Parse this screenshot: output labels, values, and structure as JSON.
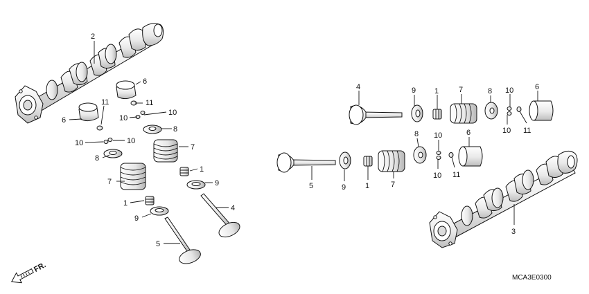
{
  "diagram_code": "MCA3E0300",
  "direction_label": "FR.",
  "callouts": {
    "c2": "2",
    "c6a": "6",
    "c11a": "11",
    "c6b": "6",
    "c10a": "10",
    "c10b": "10",
    "c8a": "8",
    "c10c": "10",
    "c10d": "10",
    "c8b": "8",
    "c7a": "7",
    "c1a": "1",
    "c7b": "7",
    "c9a": "9",
    "c1b": "1",
    "c4a": "4",
    "c9b": "9",
    "c5a": "5",
    "c4b": "4",
    "c9c": "9",
    "c1c": "1",
    "c7c": "7",
    "c8c": "8",
    "c10e": "10",
    "c6c": "6",
    "c10f": "10",
    "c11b": "11",
    "c8d": "8",
    "c10g": "10",
    "c6d": "6",
    "c5b": "5",
    "c9d": "9",
    "c1d": "1",
    "c7d": "7",
    "c10h": "10",
    "c11c": "11",
    "c3": "3"
  },
  "colors": {
    "ink": "#111111",
    "background": "#ffffff",
    "part_fill": "#ffffff",
    "shade": "#e4e4e4"
  }
}
